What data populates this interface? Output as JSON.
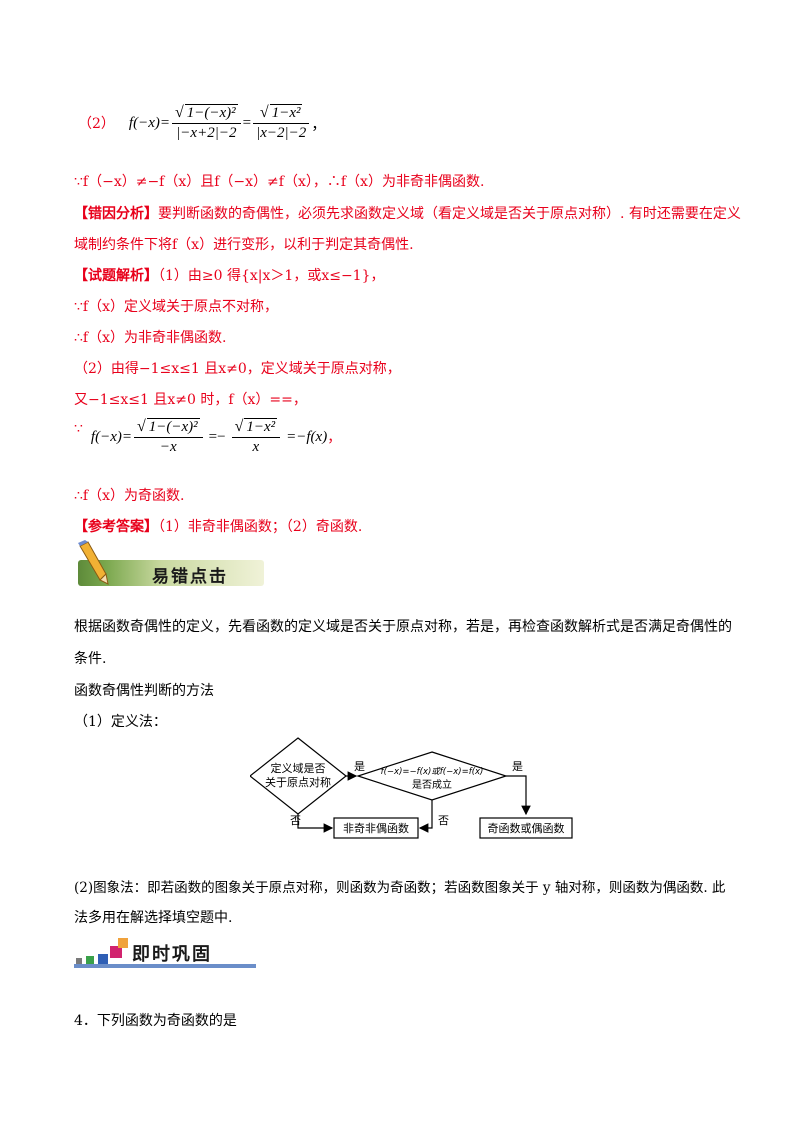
{
  "part2_label": "（2）",
  "formula1": {
    "lhs": "f(−x)=",
    "num1_sqrt": "1−(−x)²",
    "den1": "|−x+2|−2",
    "eq": "=",
    "num2_sqrt": "1−x²",
    "den2": "|x−2|−2",
    "tail": "，"
  },
  "line_because": "∵f（−x）≠−f（x）且f（−x）≠f（x），∴f（x）为非奇非偶函数.",
  "error_analysis": {
    "tag": "【错因分析】",
    "text1": "要判断函数的奇偶性，必须先求函数定义域（看定义域是否关于原点对称）. 有时还需要在定义",
    "text2": "域制约条件下将f（x）进行变形，以利于判定其奇偶性."
  },
  "solution": {
    "tag": "【试题解析】",
    "l1": "（1）由≥0 得{x|x＞1，或x≤−1}，",
    "l2": "∵f（x）定义域关于原点不对称，",
    "l3": "∴f（x）为非奇非偶函数.",
    "l4": "（2）由得−1≤x≤1 且x≠0，定义域关于原点对称，",
    "l5": "又−1≤x≤1 且x≠0 时，f（x）==，"
  },
  "formula2": {
    "because": "∵",
    "lhs": "f(−x)=",
    "num1_sqrt": "1−(−x)²",
    "den1": "−x",
    "eq": "=−",
    "num2_sqrt": "1−x²",
    "den2": "x",
    "tail": "=−f(x)",
    "comma": "，"
  },
  "conclusion": "∴f（x）为奇函数.",
  "answer": {
    "tag": "【参考答案】",
    "text": "（1）非奇非偶函数；（2）奇函数."
  },
  "banner1_title": "易错点击",
  "body": {
    "p1a": "根据函数奇偶性的定义，先看函数的定义域是否关于原点对称，若是，再检查函数解析式是否满足奇偶性的",
    "p1b": "条件.",
    "p2": "函数奇偶性判断的方法",
    "p3": "（1）定义法：",
    "p4a": "(2)图象法：即若函数的图象关于原点对称，则函数为奇函数；若函数图象关于 y 轴对称，则函数为偶函数. 此",
    "p4b": "法多用在解选择填空题中."
  },
  "flowchart": {
    "d1_line1": "定义域是否",
    "d1_line2": "关于原点对称",
    "d2_line1": "f(−x)=−f(x)或f(−x)=f(x)",
    "d2_line2": "是否成立",
    "yes1": "是",
    "yes2": "是",
    "no1": "否",
    "no2": "否",
    "box_neither": "非奇非偶函数",
    "box_odd_even": "奇函数或偶函数"
  },
  "banner2_title": "即时巩固",
  "question": "4．下列函数为奇函数的是"
}
